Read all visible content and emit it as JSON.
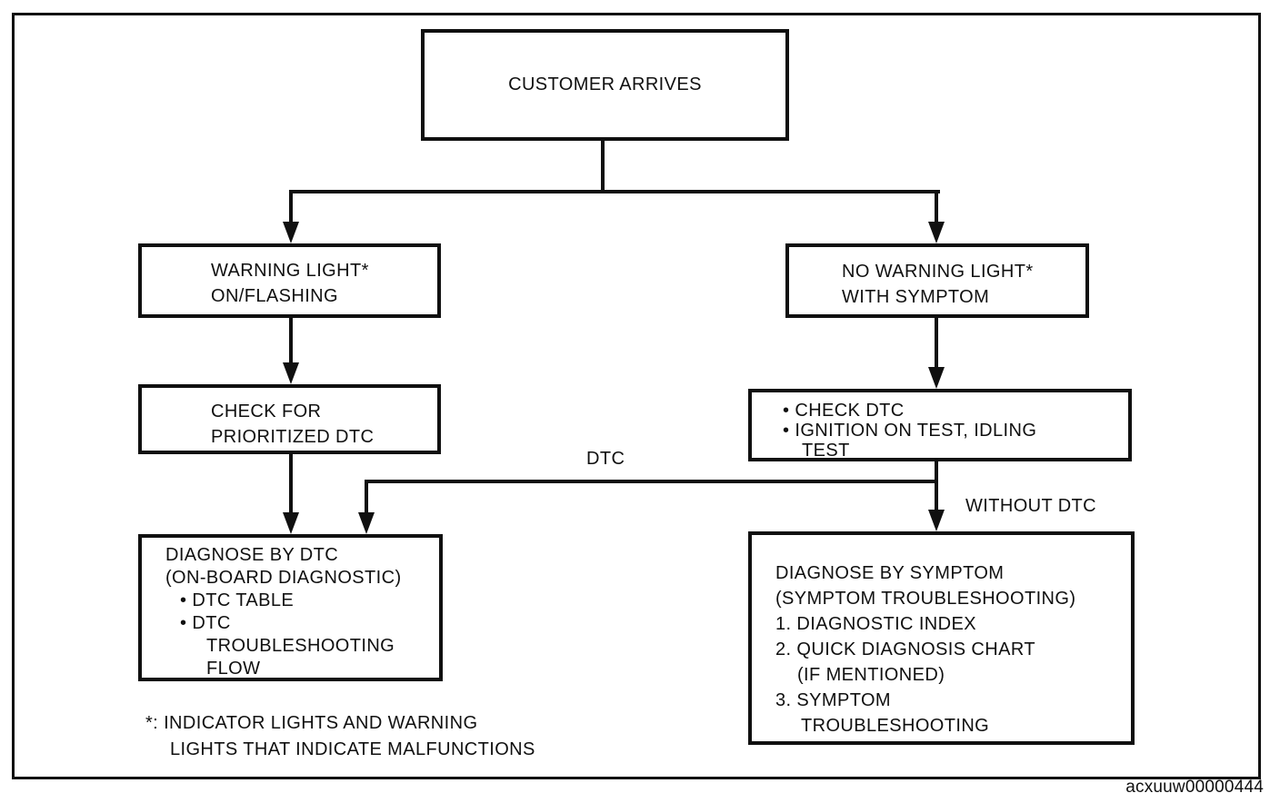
{
  "nodes": {
    "customer_arrives": {
      "lines": [
        "CUSTOMER ARRIVES"
      ]
    },
    "warning_light": {
      "lines": [
        "WARNING LIGHT*",
        "ON/FLASHING"
      ]
    },
    "check_prioritized_dtc": {
      "lines": [
        "CHECK FOR",
        "PRIORITIZED DTC"
      ]
    },
    "diagnose_by_dtc": {
      "lines": [
        "DIAGNOSE BY DTC",
        "(ON-BOARD DIAGNOSTIC)",
        "•  DTC TABLE",
        "•  DTC",
        "TROUBLESHOOTING",
        "FLOW"
      ]
    },
    "no_warning_light": {
      "lines": [
        "NO WARNING LIGHT*",
        "WITH SYMPTOM"
      ]
    },
    "check_dtc": {
      "lines": [
        "•  CHECK DTC",
        "•  IGNITION ON TEST, IDLING",
        "TEST"
      ]
    },
    "diagnose_by_symptom": {
      "lines": [
        "DIAGNOSE BY SYMPTOM",
        "(SYMPTOM TROUBLESHOOTING)",
        "1. DIAGNOSTIC INDEX",
        "2. QUICK DIAGNOSIS CHART",
        "(IF MENTIONED)",
        "3. SYMPTOM",
        "TROUBLESHOOTING"
      ]
    }
  },
  "edge_labels": {
    "dtc": "DTC",
    "without_dtc": "WITHOUT DTC"
  },
  "footnote": {
    "line1": "*: INDICATOR LIGHTS AND WARNING",
    "line2": "LIGHTS THAT INDICATE MALFUNCTIONS"
  },
  "figure_code": "acxuuw00000444",
  "colors": {
    "ink": "#101010",
    "paper": "#ffffff"
  }
}
